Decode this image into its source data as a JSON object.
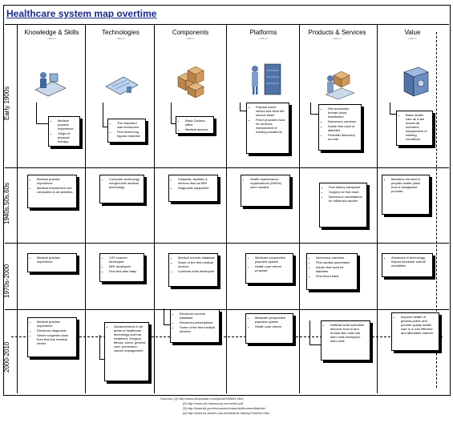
{
  "title": "Healthcare system map overtime",
  "columns": [
    {
      "label": "Knowledge & Skills",
      "sub": "nulla cn"
    },
    {
      "label": "Technologies",
      "sub": "nulla cn"
    },
    {
      "label": "Components",
      "sub": "nulla cn"
    },
    {
      "label": "Platforms",
      "sub": "nulla cn"
    },
    {
      "label": "Products & Services",
      "sub": "nulla cn"
    },
    {
      "label": "Value",
      "sub": "nulla cn"
    }
  ],
  "rows": [
    {
      "label": "Early 1900s"
    },
    {
      "label": "1940s,50s,60s"
    },
    {
      "label": "1970s-2000"
    },
    {
      "label": "2000-2010"
    }
  ],
  "cells": {
    "r0c0": [
      "Medical practice experience",
      "Origin of physical therapy"
    ],
    "r0c1": [
      "The respirator was introduced",
      "First heart-lung bypass machine"
    ],
    "r0c2": [
      "Basic Doctors office",
      "Medical devices"
    ],
    "r0c3": [
      "Prepaid owner solved and fixed fee service basis",
      "Fixed providers fund for services independent of existing conditions"
    ],
    "r0c4": [
      "Fist successful human blood transfusion",
      "Numerous vaccines",
      "Insulin first used of diabetes",
      "Penicillin discovery so forth"
    ],
    "r0c5": [
      "Basic health care as a fair means all members independent of existing conditions"
    ],
    "r1c0": [
      "Medical practice experience",
      "Medical researchers use computers in all activities"
    ],
    "r1c1": [
      "Computer technology merged with medical technology"
    ],
    "r1c2": [
      "Hospitals, facilities & devices thus as MRI",
      "Diagnostic equipment"
    ],
    "r1c3": [
      "Health maintenance organizations (HMOs) were created"
    ],
    "r1c4": [
      "First kidney transplant",
      "Surgery for first heart",
      "Numerous vaccinations for influenza vaccine"
    ],
    "r1c5": [
      "Members enrolled in prepaid health plans from a designated provider."
    ],
    "r2c0": [
      "Medical practice experience"
    ],
    "r2c1": [
      "CAT scanner developed",
      "MRI developed",
      "First test-tube baby"
    ],
    "r2c2": [
      "Medical records database",
      "Some of the first medical devices",
      "Contents units developed"
    ],
    "r2c3": [
      "Medicare prospective payment system",
      "Health care reform proposal"
    ],
    "r2c4": [
      "Numerous vaccines",
      "First cardiac pacemaker",
      "Insulin first used for diabetes",
      "First blood bank"
    ],
    "r2c5": [
      "Advances in technology helped decrease overall mortalities"
    ],
    "r3c0": [
      "Medical practice experience",
      "Electronic diagnostic",
      "Online surgeries done from first line medical center"
    ],
    "r3c1": [
      "Advancements in all areas of healthcare technology such as treatment, Surgical, fitness, home, general care, prevention, cancer management"
    ],
    "r3c2": [
      "Electronic records database",
      "Electronic prescriptions",
      "Some of the first medical devices"
    ],
    "r3c3": [
      "Medicare prospective payment system",
      "Health care reform"
    ],
    "r3c4": [
      "Artificial heart scientists discover how to turn human skin cells into stem cells embryonic stem cells"
    ],
    "r3c5": [
      "Improve health of general public and provide quality health care in a cost effective and affordable manner"
    ]
  },
  "sources": [
    "Sources: [1] http://www.infoplease.com/ipa/A0932661.html",
    "[2] http://www.old.histoncorp.com/sirt/a.pdf",
    "[3] http://www.lbl.gov/resources/expanded/bureau/dtab/sb/",
    "[4] http://www.hs.alumni.usa.ne/Medical-history/Timeline.html"
  ]
}
